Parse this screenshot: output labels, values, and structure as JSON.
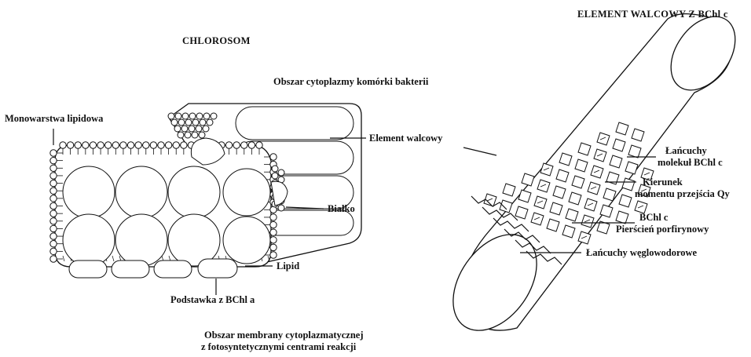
{
  "left": {
    "title": "CHLOROSOM",
    "cytoplasm_label": "Obszar cytoplazmy komórki bakterii",
    "labels": {
      "lipid_monolayer": "Monowarstwa lipidowa",
      "cylinder_element": "Element walcowy",
      "protein": "Białko",
      "lipid": "Lipid",
      "baseplate": "Podstawka z BChl a"
    },
    "membrane_label_line1": "Obszar membrany cytoplazmatycznej",
    "membrane_label_line2": "z fotosyntetycznymi centrami reakcji"
  },
  "right": {
    "title": "ELEMENT WALCOWY Z BChl c",
    "labels": {
      "chains_line1": "Łańcuchy",
      "chains_line2": "molekuł BChl c",
      "direction_line1": "Kierunek",
      "direction_line2": "momentu przejścia Qy",
      "bchl_line1": "BChl c",
      "bchl_line2": "Pierścień porfirynowy",
      "hydrocarbon": "Łańcuchy węglowodorowe"
    }
  }
}
